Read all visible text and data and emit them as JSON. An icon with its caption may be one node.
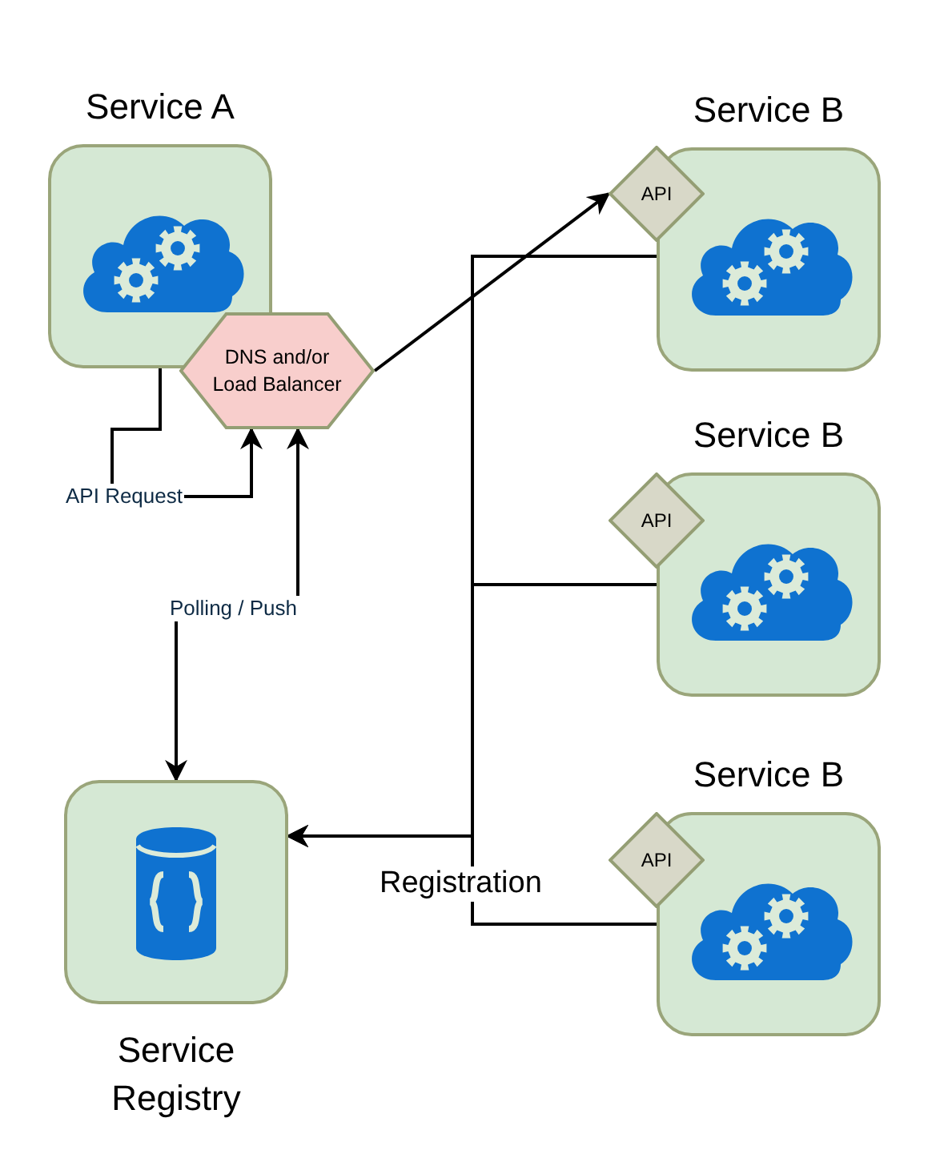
{
  "diagram": {
    "nodes": [
      {
        "text": [
          "Service A"
        ]
      },
      {
        "text": [
          "DNS and/or Load Balancer"
        ]
      },
      {
        "text": [
          "Service B"
        ]
      },
      {
        "text": [
          "API"
        ]
      },
      {
        "text": [
          "Service B"
        ]
      },
      {
        "text": [
          "API"
        ]
      },
      {
        "text": [
          "Service B"
        ]
      },
      {
        "text": [
          "API"
        ]
      },
      {
        "text": [
          "Service Registry"
        ]
      }
    ],
    "edges": [
      {
        "from": 0,
        "to": 1,
        "arrow": "to",
        "label": "API Request"
      },
      {
        "from": 1,
        "to": 3,
        "arrow": "to"
      },
      {
        "from": 1,
        "to": 8,
        "arrow": "both",
        "label": "Polling / Push"
      },
      {
        "from": 2,
        "to": 8,
        "arrow": "to"
      },
      {
        "from": 4,
        "to": 8,
        "arrow": "to"
      },
      {
        "from": 6,
        "to": 8,
        "arrow": "to",
        "label": "Registration"
      }
    ]
  }
}
